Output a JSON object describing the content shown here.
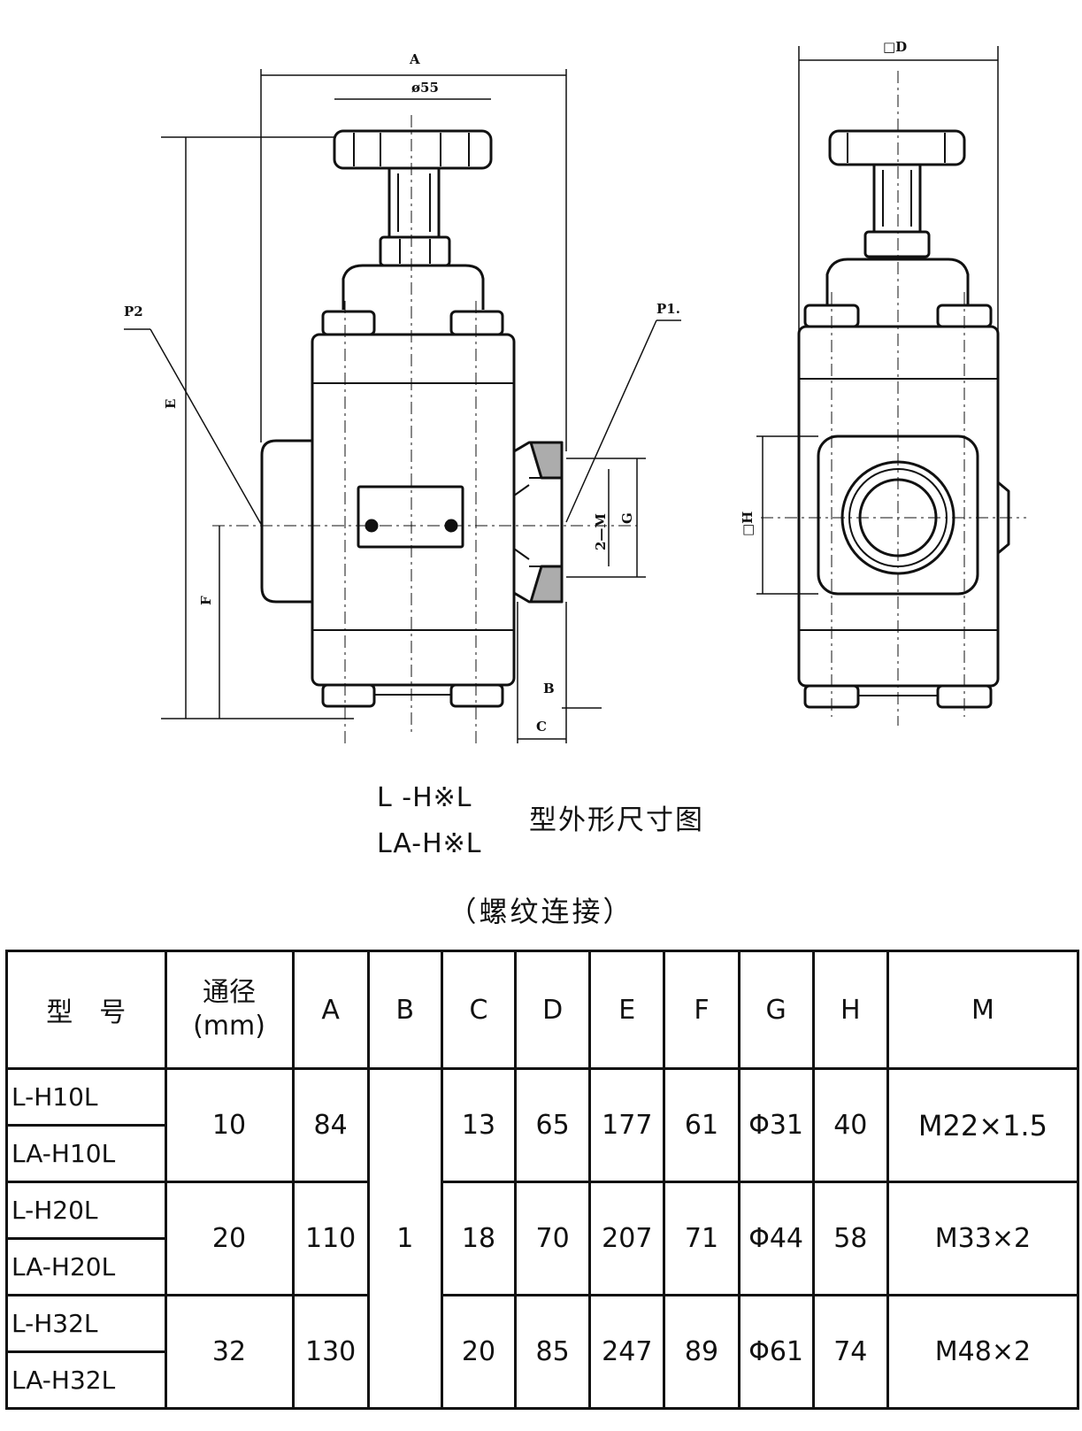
{
  "drawing": {
    "left_view_labels": {
      "A": "A",
      "dia55": "ø55",
      "P2": "P2",
      "P1": "P1.",
      "E": "E",
      "F": "F",
      "M2": "2—M",
      "G": "G",
      "B": "B",
      "C": "C"
    },
    "right_view_labels": {
      "D": "□D",
      "H": "□H"
    }
  },
  "title": {
    "model_line1": "L -H※L",
    "model_line2": "LA-H※L",
    "caption": "型外形尺寸图",
    "subtitle": "（螺纹连接）"
  },
  "table": {
    "header": {
      "model": "型　号",
      "dn_line1": "通径",
      "dn_line2": "(mm)",
      "cols": [
        "A",
        "B",
        "C",
        "D",
        "E",
        "F",
        "G",
        "H",
        "M"
      ]
    },
    "groups": [
      {
        "models": [
          "L-H10L",
          "LA-H10L"
        ],
        "dn": "10",
        "A": "84",
        "C": "13",
        "D": "65",
        "E": "177",
        "F": "61",
        "G": "Φ31",
        "H": "40",
        "M": "M22×1.5"
      },
      {
        "models": [
          "L-H20L",
          "LA-H20L"
        ],
        "dn": "20",
        "A": "110",
        "C": "18",
        "D": "70",
        "E": "207",
        "F": "71",
        "G": "Φ44",
        "H": "58",
        "M": "M33×2"
      },
      {
        "models": [
          "L-H32L",
          "LA-H32L"
        ],
        "dn": "32",
        "A": "130",
        "C": "20",
        "D": "85",
        "E": "247",
        "F": "89",
        "G": "Φ61",
        "H": "74",
        "M": "M48×2"
      }
    ],
    "B_value": "1"
  }
}
